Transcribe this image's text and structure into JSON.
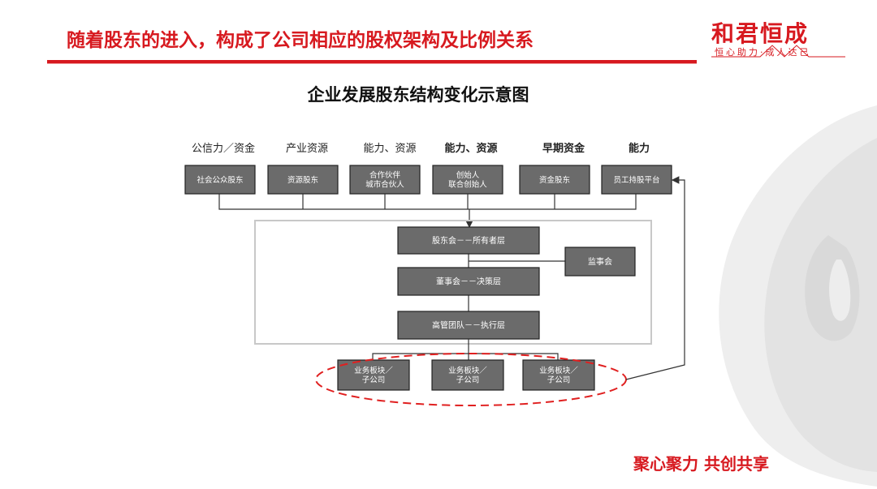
{
  "header": {
    "title": "随着股东的进入，构成了公司相应的股权架构及比例关系"
  },
  "logo": {
    "name": "和君恒成",
    "tagline": "恒心助力·成人达己"
  },
  "diagram": {
    "title": "企业发展股东结构变化示意图",
    "categories": [
      "公信力／资金",
      "产业资源",
      "能力、资源",
      "能力、资源",
      "早期资金",
      "能力"
    ],
    "shareholders": [
      [
        "社会公众股东"
      ],
      [
        "资源股东"
      ],
      [
        "合作伙伴",
        "城市合伙人"
      ],
      [
        "创始人",
        "联合创始人"
      ],
      [
        "资金股东"
      ],
      [
        "员工持股平台"
      ]
    ],
    "governance": {
      "shareholders_meeting": "股东会－－所有者层",
      "board": "董事会－－决策层",
      "management": "高管团队－－执行层",
      "supervisory_board": "监事会"
    },
    "subsidiaries": [
      [
        "业务板块／",
        "子公司"
      ],
      [
        "业务板块／",
        "子公司"
      ],
      [
        "业务板块／",
        "子公司"
      ]
    ]
  },
  "footer": {
    "slogan": "聚心聚力 共创共享"
  },
  "colors": {
    "brand_red": "#d7191f",
    "box_gray": "#6b6b6b",
    "frame_gray": "#c8c8c8",
    "dash_red": "#e02020"
  }
}
